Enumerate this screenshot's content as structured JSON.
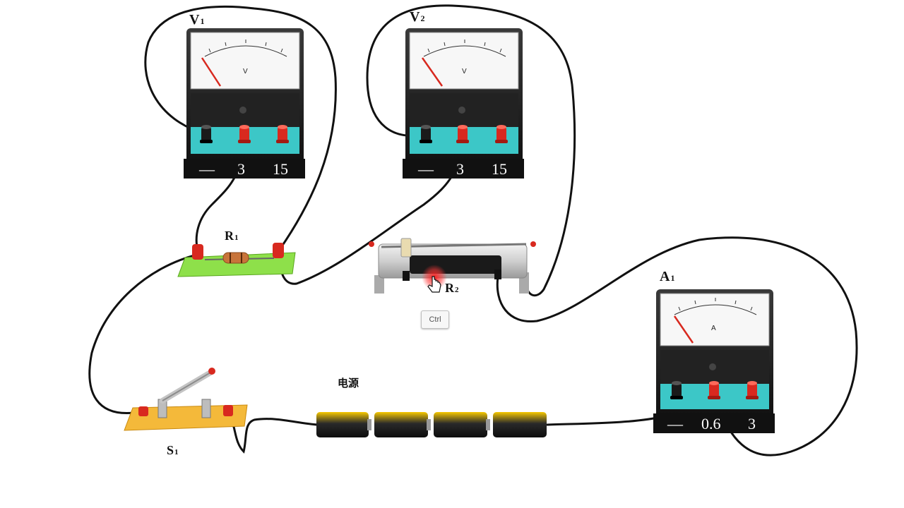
{
  "components": {
    "voltmeter_1": {
      "label_main": "V",
      "label_sub": "1",
      "terminals": [
        "—",
        "3",
        "15"
      ],
      "dial_unit": "V"
    },
    "voltmeter_2": {
      "label_main": "V",
      "label_sub": "2",
      "terminals": [
        "—",
        "3",
        "15"
      ],
      "dial_unit": "V"
    },
    "ammeter_1": {
      "label_main": "A",
      "label_sub": "1",
      "terminals": [
        "—",
        "0.6",
        "3"
      ],
      "dial_unit": "A"
    },
    "resistor_1": {
      "label_main": "R",
      "label_sub": "1"
    },
    "rheostat_2": {
      "label_main": "R",
      "label_sub": "2"
    },
    "switch_1": {
      "label_main": "S",
      "label_sub": "1"
    },
    "power_source": {
      "label": "电源",
      "cell_count": 4
    }
  },
  "keyboard_hint": {
    "key": "Ctrl"
  },
  "colors": {
    "wire": "#111111",
    "meter_body": "#1a1a1a",
    "terminal_panel": "#3cc7c7",
    "terminal_red": "#d8291f",
    "resistor_board": "#8ee04a",
    "switch_base": "#f4b93a",
    "battery_gold": "#d9a400",
    "cursor_highlight": "#ff2a2a"
  }
}
